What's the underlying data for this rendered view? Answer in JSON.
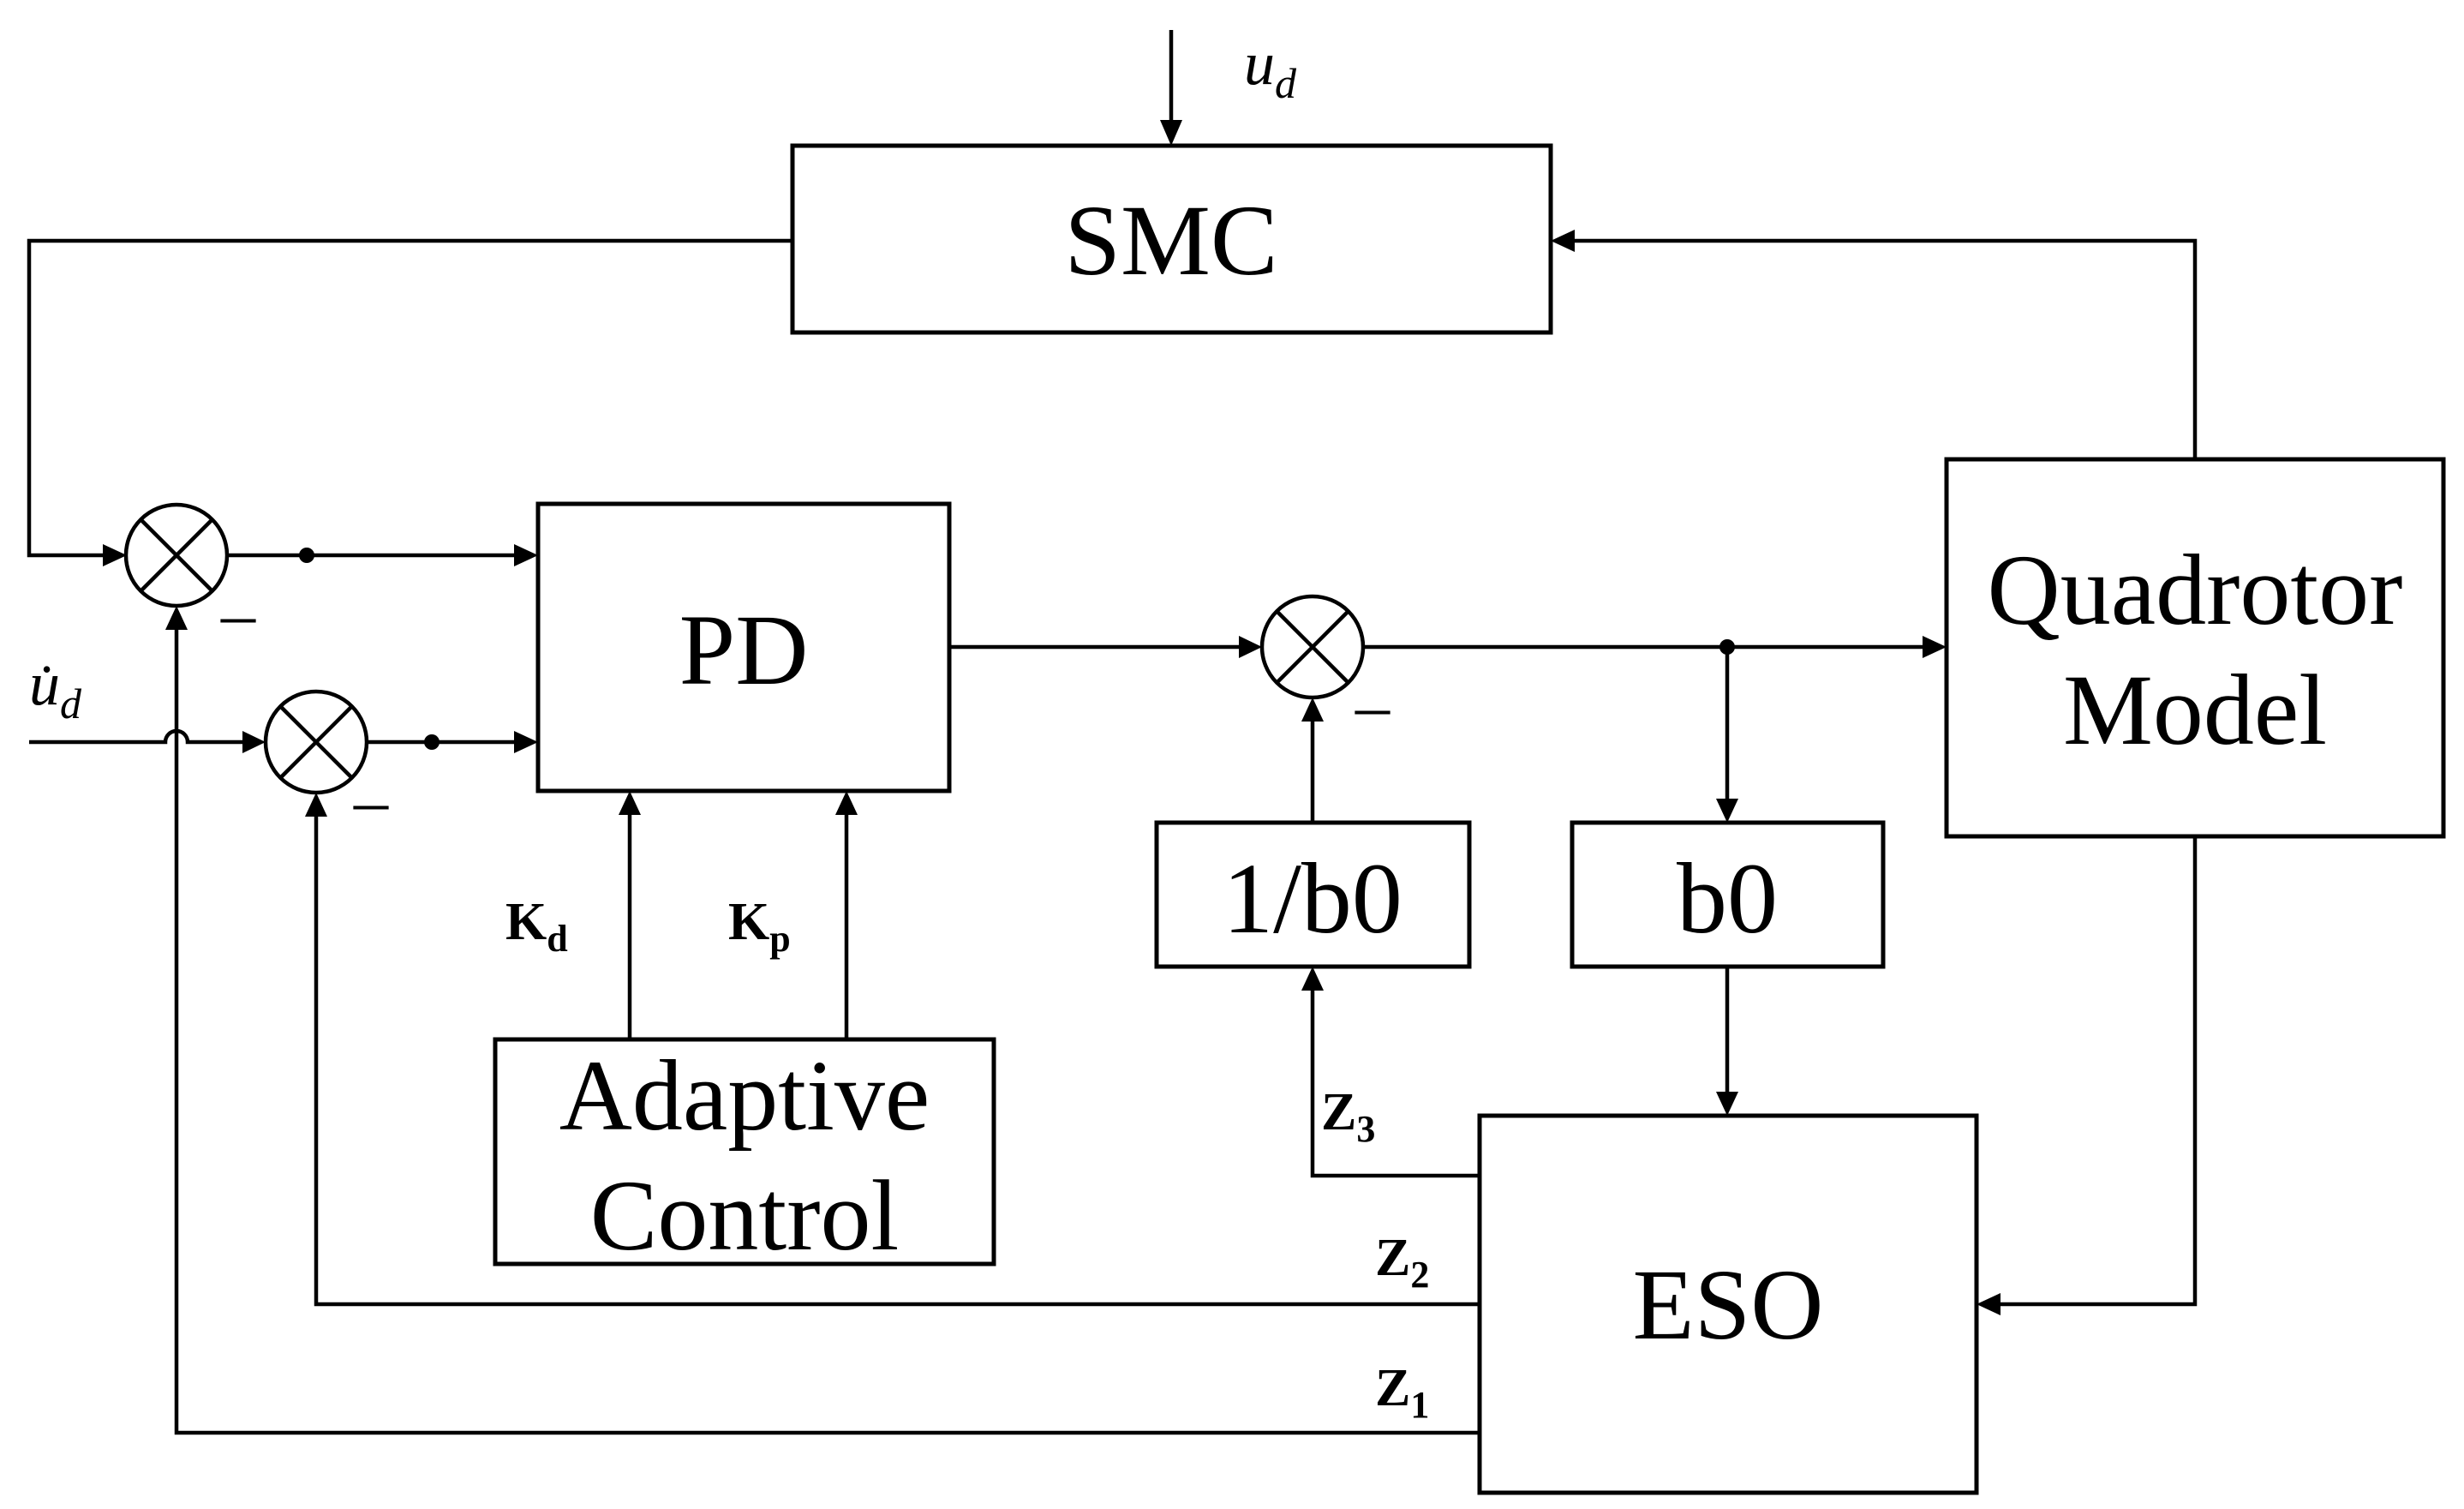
{
  "blocks": {
    "smc": "SMC",
    "pd": "PD",
    "adaptive_line1": "Adaptive",
    "adaptive_line2": "Control",
    "inv_b0": "1/b0",
    "b0": "b0",
    "plant_line1": "Quadrotor",
    "plant_line2": "Model",
    "eso": "ESO"
  },
  "signals": {
    "ud_top": {
      "base": "u",
      "sub": "d"
    },
    "ud_dot_left": {
      "base": "u̇",
      "sub": "d"
    },
    "kd": {
      "base": "K",
      "sub": "d"
    },
    "kp": {
      "base": "K",
      "sub": "p"
    },
    "z3": {
      "base": "Z",
      "sub": "3"
    },
    "z2": {
      "base": "Z",
      "sub": "2"
    },
    "z1": {
      "base": "Z",
      "sub": "1"
    }
  },
  "summing_signs": {
    "sum1": "_",
    "sum2": "_",
    "sum3": "_"
  },
  "colors": {
    "stroke": "#000000",
    "background": "#ffffff"
  }
}
